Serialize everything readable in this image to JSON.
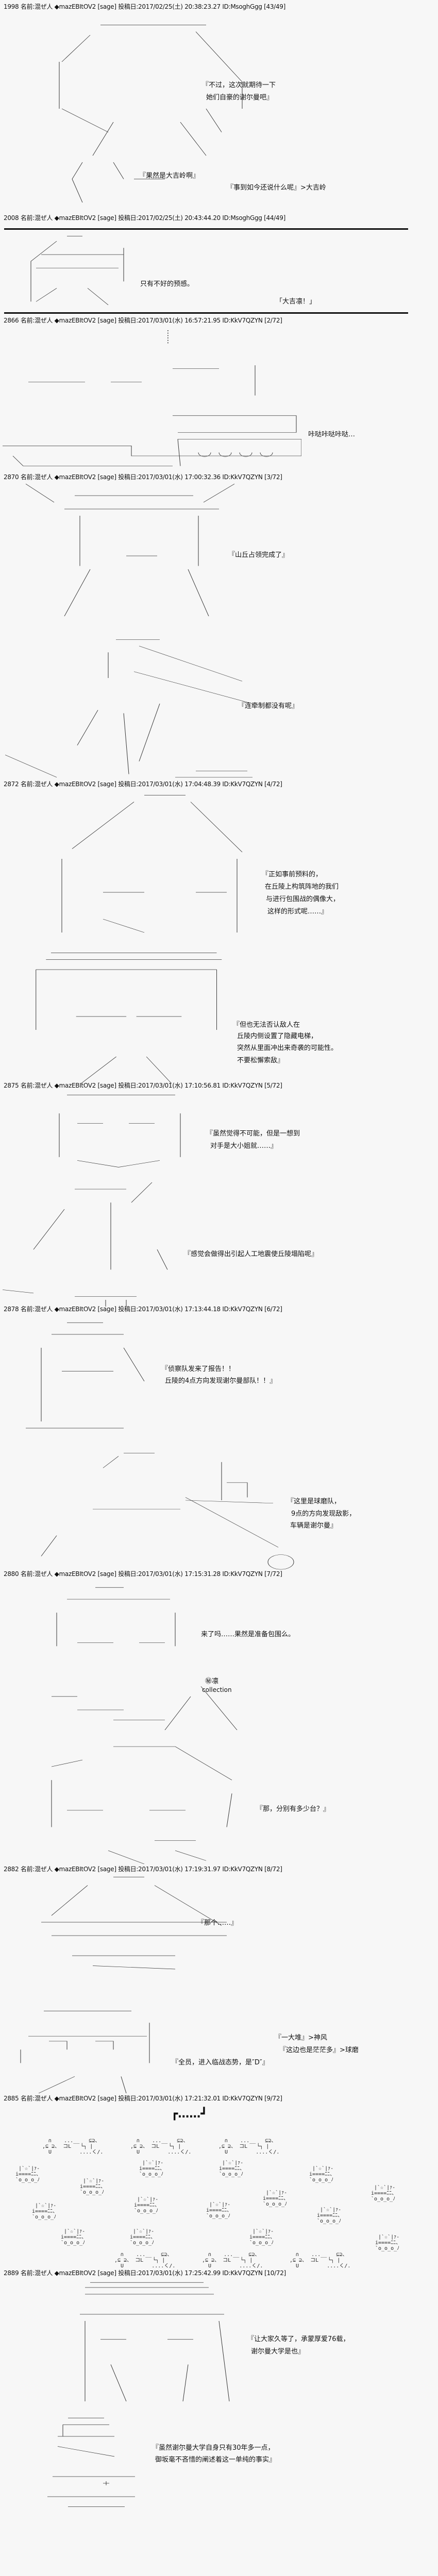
{
  "posts": [
    {
      "header": "1998 名前:混ぜ人 ◆mazEBItOV2 [sage] 投稿日:2017/02/25(土) 20:38:23.27 ID:MsoghGgg [43/49]",
      "lines": [
        "『不过，这次就期待一下",
        "她们自豪的谢尔曼吧』",
        "『果然是大吉岭啊』",
        "『事到如今还说什么呢』>大吉岭"
      ]
    },
    {
      "header": "2008 名前:混ぜ人 ◆mazEBItOV2 [sage] 投稿日:2017/02/25(土) 20:43:44.20 ID:MsoghGgg [44/49]",
      "lines": [
        "只有不好的预感。",
        "「大吉凛！」"
      ]
    },
    {
      "header": "2866 名前:混ぜ人 ◆mazEBItOV2 [sage] 投稿日:2017/03/01(水) 16:57:21.95 ID:KkV7QZYN [2/72]",
      "lines": [
        "咔哒咔哒咔哒…"
      ]
    },
    {
      "header": "2870 名前:混ぜ人 ◆mazEBItOV2 [sage] 投稿日:2017/03/01(水) 17:00:32.36 ID:KkV7QZYN [3/72]",
      "lines": [
        "『山丘占领完成了』",
        "『连牵制都没有呢』"
      ]
    },
    {
      "header": "2872 名前:混ぜ人 ◆mazEBItOV2 [sage] 投稿日:2017/03/01(水) 17:04:48.39 ID:KkV7QZYN [4/72]",
      "lines": [
        "『正如事前预料的，",
        "在丘陵上构筑阵地的我们",
        "与进行包围战的偶像大，",
        "这样的形式呢……』",
        "『但也无法否认敌人在",
        "丘陵内侧设置了隐藏电梯，",
        "突然从里面冲出来奇袭的可能性。",
        "不要松懈索敌』"
      ]
    },
    {
      "header": "2875 名前:混ぜ人 ◆mazEBItOV2 [sage] 投稿日:2017/03/01(水) 17:10:56.81 ID:KkV7QZYN [5/72]",
      "lines": [
        "『虽然觉得不可能，但是一想到",
        "对手是大小姐就……』",
        "『感觉会做得出引起人工地震使丘陵塌陷呢』"
      ]
    },
    {
      "header": "2878 名前:混ぜ人 ◆mazEBItOV2 [sage] 投稿日:2017/03/01(水) 17:13:44.18 ID:KkV7QZYN [6/72]",
      "lines": [
        "『侦察队发来了报告！！",
        "丘陵的4点方向发现谢尔曼部队！！』",
        "『这里是球磨队，",
        "9点的方向发现敌影，",
        "车辆是谢尔曼』"
      ]
    },
    {
      "header": "2880 名前:混ぜ人 ◆mazEBItOV2 [sage] 投稿日:2017/03/01(水) 17:15:31.28 ID:KkV7QZYN [7/72]",
      "lines": [
        "来了吗……果然是准备包围么。",
        "㊙凛",
        "collection",
        "『那，分别有多少台？』"
      ]
    },
    {
      "header": "2882 名前:混ぜ人 ◆mazEBItOV2 [sage] 投稿日:2017/03/01(水) 17:19:31.97 ID:KkV7QZYN [8/72]",
      "lines": [
        "『那个……』",
        "『一大堆』>神风",
        "『这边也是茫茫多』>球磨",
        "『全员，进入临战态势，是″D″』"
      ]
    },
    {
      "header": "2885 名前:混ぜ人 ◆mazEBItOV2 [sage] 投稿日:2017/03/01(水) 17:21:32.01 ID:KkV7QZYN [9/72]",
      "lines": [
        "┏……┛"
      ]
    },
    {
      "header": "2889 名前:混ぜ人 ◆mazEBItOV2 [sage] 投稿日:2017/03/01(水) 17:25:42.99 ID:KkV7QZYN [10/72]",
      "lines": [
        "『让大家久等了，承蒙厚爱76载，",
        "谢尔曼大学是也』",
        "『虽然谢尔曼大学自身只有30年多一点，",
        "御坂毫不吝惜的阐述着这一单纯的事实』"
      ]
    }
  ],
  "ascii": {
    "tank_icon": " |`☆`|ｧ-\ni====ﾆﾆ、\n`o_o_o_ﾉ",
    "squad_icon": "  ∩    ...__   ⊆⊇、\n,⊆ ⊇、 コL   └┐ |\n  U         ....く/."
  }
}
